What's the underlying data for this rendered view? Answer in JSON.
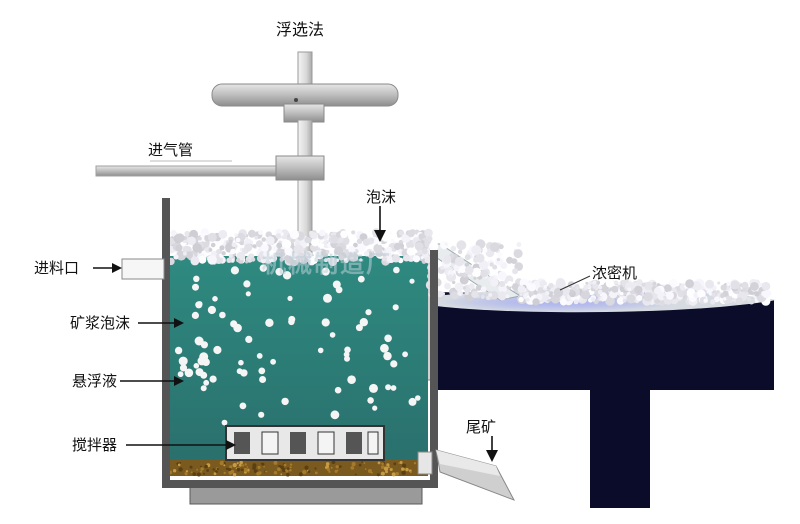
{
  "diagram": {
    "title": "浮选法",
    "labels": {
      "air_pipe": "进气管",
      "foam": "泡沫",
      "feed_inlet": "进料口",
      "slurry_foam": "矿浆泡沫",
      "suspension": "悬浮液",
      "agitator": "搅拌器",
      "thickener": "浓密机",
      "tailings": "尾矿"
    },
    "watermark": "机械制造厂"
  },
  "colors": {
    "slurry": "#2f7f79",
    "tank_wall": "#555555",
    "thickener": "#0b0b2a",
    "pipe": "#c9c9c9",
    "sediment": "#7a5a1e",
    "foam": "#f2f4f6",
    "highlight": "#6f7cff"
  }
}
